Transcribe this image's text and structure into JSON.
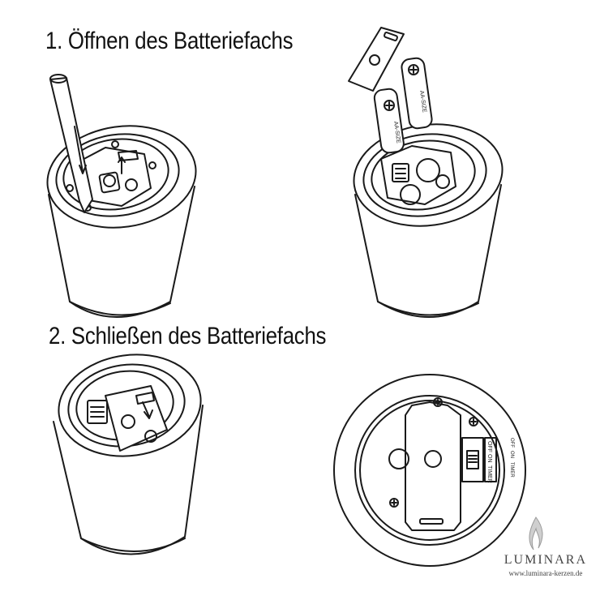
{
  "steps": [
    {
      "title": "1. Öffnen des Batteriefachs"
    },
    {
      "title": "2. Schließen des Batteriefachs"
    }
  ],
  "battery_label": "AA-SIZE",
  "switch_labels": [
    "OFF",
    "ON",
    "TIMER"
  ],
  "brand": {
    "name": "LUMINARA",
    "url": "www.luminara-kerzen.de"
  },
  "colors": {
    "line": "#1a1a1a",
    "background": "#ffffff",
    "brand": "#444444"
  }
}
